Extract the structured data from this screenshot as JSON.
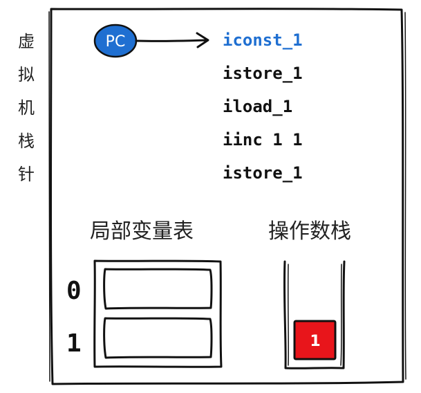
{
  "side_label": [
    "虚",
    "拟",
    "机",
    "栈",
    "针"
  ],
  "pc": {
    "label": "PC",
    "color": "#1f6fd1",
    "pointer_index": 0
  },
  "instructions": [
    "iconst_1",
    "istore_1",
    "iload_1",
    "iinc 1 1",
    "istore_1"
  ],
  "local_variables": {
    "title": "局部变量表",
    "slots": [
      {
        "index": "0",
        "value": ""
      },
      {
        "index": "1",
        "value": ""
      }
    ]
  },
  "operand_stack": {
    "title": "操作数栈",
    "items": [
      {
        "value": "1",
        "color": "#e8151b"
      }
    ]
  },
  "colors": {
    "active_instruction": "#1f6fd1",
    "outline": "#111111"
  }
}
